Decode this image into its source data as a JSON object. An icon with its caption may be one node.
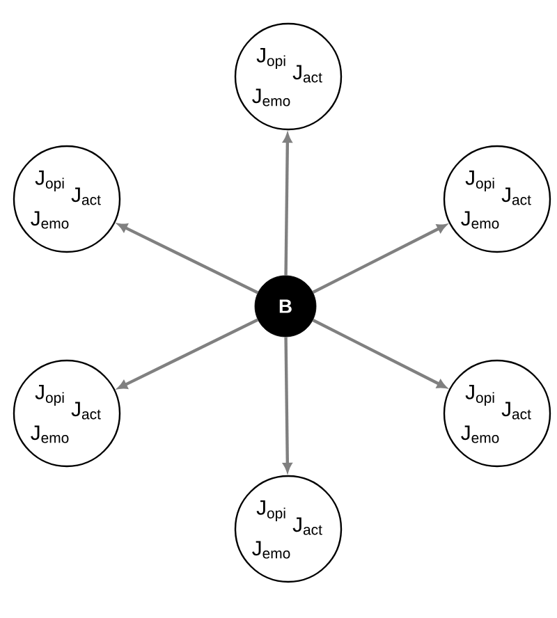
{
  "diagram": {
    "nodes": [
      {
        "text": [
          "B"
        ]
      },
      {
        "text": [
          "J$_{opi}$",
          "J$_{act}$",
          "J$_{emo}$"
        ]
      },
      {
        "text": [
          "J$_{opi}$",
          "J$_{act}$",
          "J$_{emo}$"
        ]
      },
      {
        "text": [
          "J$_{opi}$",
          "J$_{act}$",
          "J$_{emo}$"
        ]
      },
      {
        "text": [
          "J$_{opi}$",
          "J$_{act}$",
          "J$_{emo}$"
        ]
      },
      {
        "text": [
          "J$_{opi}$",
          "J$_{act}$",
          "J$_{emo}$"
        ]
      },
      {
        "text": [
          "J$_{opi}$",
          "J$_{act}$",
          "J$_{emo}$"
        ]
      }
    ],
    "edges": [
      {
        "from": 0,
        "to": 1,
        "arrow": "to"
      },
      {
        "from": 0,
        "to": 2,
        "arrow": "to"
      },
      {
        "from": 0,
        "to": 3,
        "arrow": "to"
      },
      {
        "from": 0,
        "to": 4,
        "arrow": "to"
      },
      {
        "from": 0,
        "to": 5,
        "arrow": "to"
      },
      {
        "from": 0,
        "to": 6,
        "arrow": "to"
      }
    ]
  }
}
